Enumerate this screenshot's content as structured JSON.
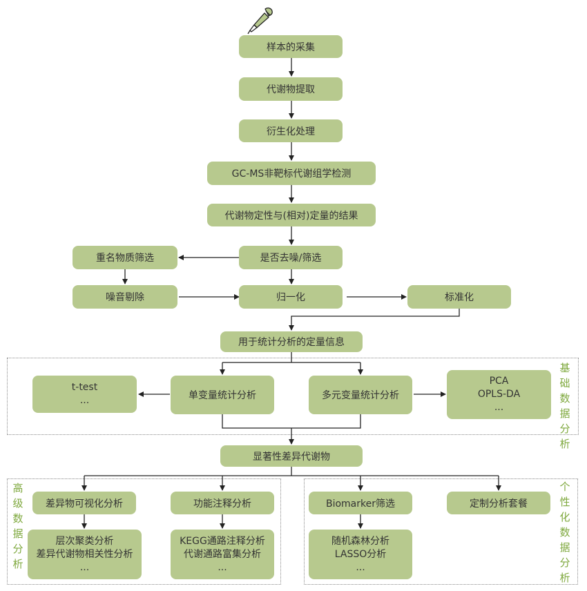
{
  "colors": {
    "box": "#b7c98e",
    "accent": "#7ea83d",
    "line": "#222222"
  },
  "icon": "pipette-icon",
  "flow": {
    "sample": "样本的采集",
    "extract": "代谢物提取",
    "derivatize": "衍生化处理",
    "detect": "GC-MS非靶标代谢组学检测",
    "result": "代谢物定性与(相对)定量的结果",
    "denoise": "是否去噪/筛选",
    "dup_filter": "重名物质筛选",
    "noise_remove": "噪音剔除",
    "normalize": "归一化",
    "standardize": "标准化",
    "quant_info": "用于统计分析的定量信息",
    "univariate": "单变量统计分析",
    "ttest": [
      "t-test",
      "..."
    ],
    "multivariate": "多元变量统计分析",
    "pca": [
      "PCA",
      "OPLS-DA",
      "..."
    ],
    "diff": "显著性差异代谢物",
    "visual": "差异物可视化分析",
    "cluster": [
      "层次聚类分析",
      "差异代谢物相关性分析",
      "..."
    ],
    "function": "功能注释分析",
    "kegg": [
      "KEGG通路注释分析",
      "代谢通路富集分析",
      "..."
    ],
    "biomarker": "Biomarker筛选",
    "rf": [
      "随机森林分析",
      "LASSO分析",
      "..."
    ],
    "custom": "定制分析套餐"
  },
  "sections": {
    "basic": [
      "基",
      "础",
      "数",
      "据",
      "分",
      "析"
    ],
    "advanced": [
      "高",
      "级",
      "数",
      "据",
      "分",
      "析"
    ],
    "personal": [
      "个",
      "性",
      "化",
      "数",
      "据",
      "分",
      "析"
    ]
  }
}
